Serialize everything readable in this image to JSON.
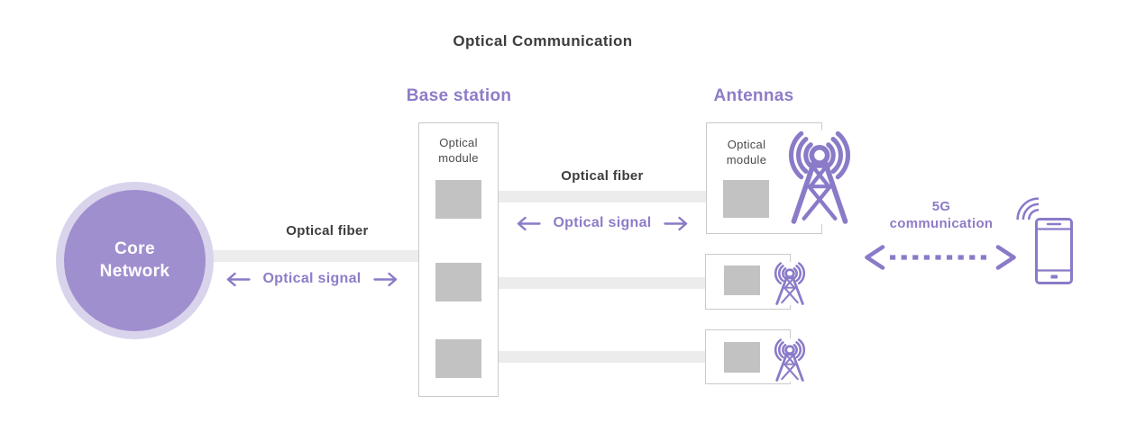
{
  "title": "Optical Communication",
  "colors": {
    "purple_accent": "#8b7ac8",
    "purple_text": "#8e7cc8",
    "core_circle_fill": "#a08fce",
    "core_circle_ring": "#dad3ec",
    "module_square_gray": "#c2c2c2",
    "fiber_line_gray": "#ececec",
    "box_border_gray": "#cacaca",
    "dark_text": "#3d3d3d",
    "core_label_text": "#ffffff"
  },
  "core_network": {
    "line1": "Core",
    "line2": "Network"
  },
  "base_station": {
    "heading": "Base station",
    "module_label": "Optical module"
  },
  "antennas": {
    "heading": "Antennas",
    "module_label": "Optical module"
  },
  "link_core_base": {
    "fiber_label": "Optical fiber",
    "signal_label": "Optical signal"
  },
  "link_base_antenna": {
    "fiber_label": "Optical fiber",
    "signal_label": "Optical signal"
  },
  "five_g": {
    "line1": "5G",
    "line2": "communication"
  }
}
